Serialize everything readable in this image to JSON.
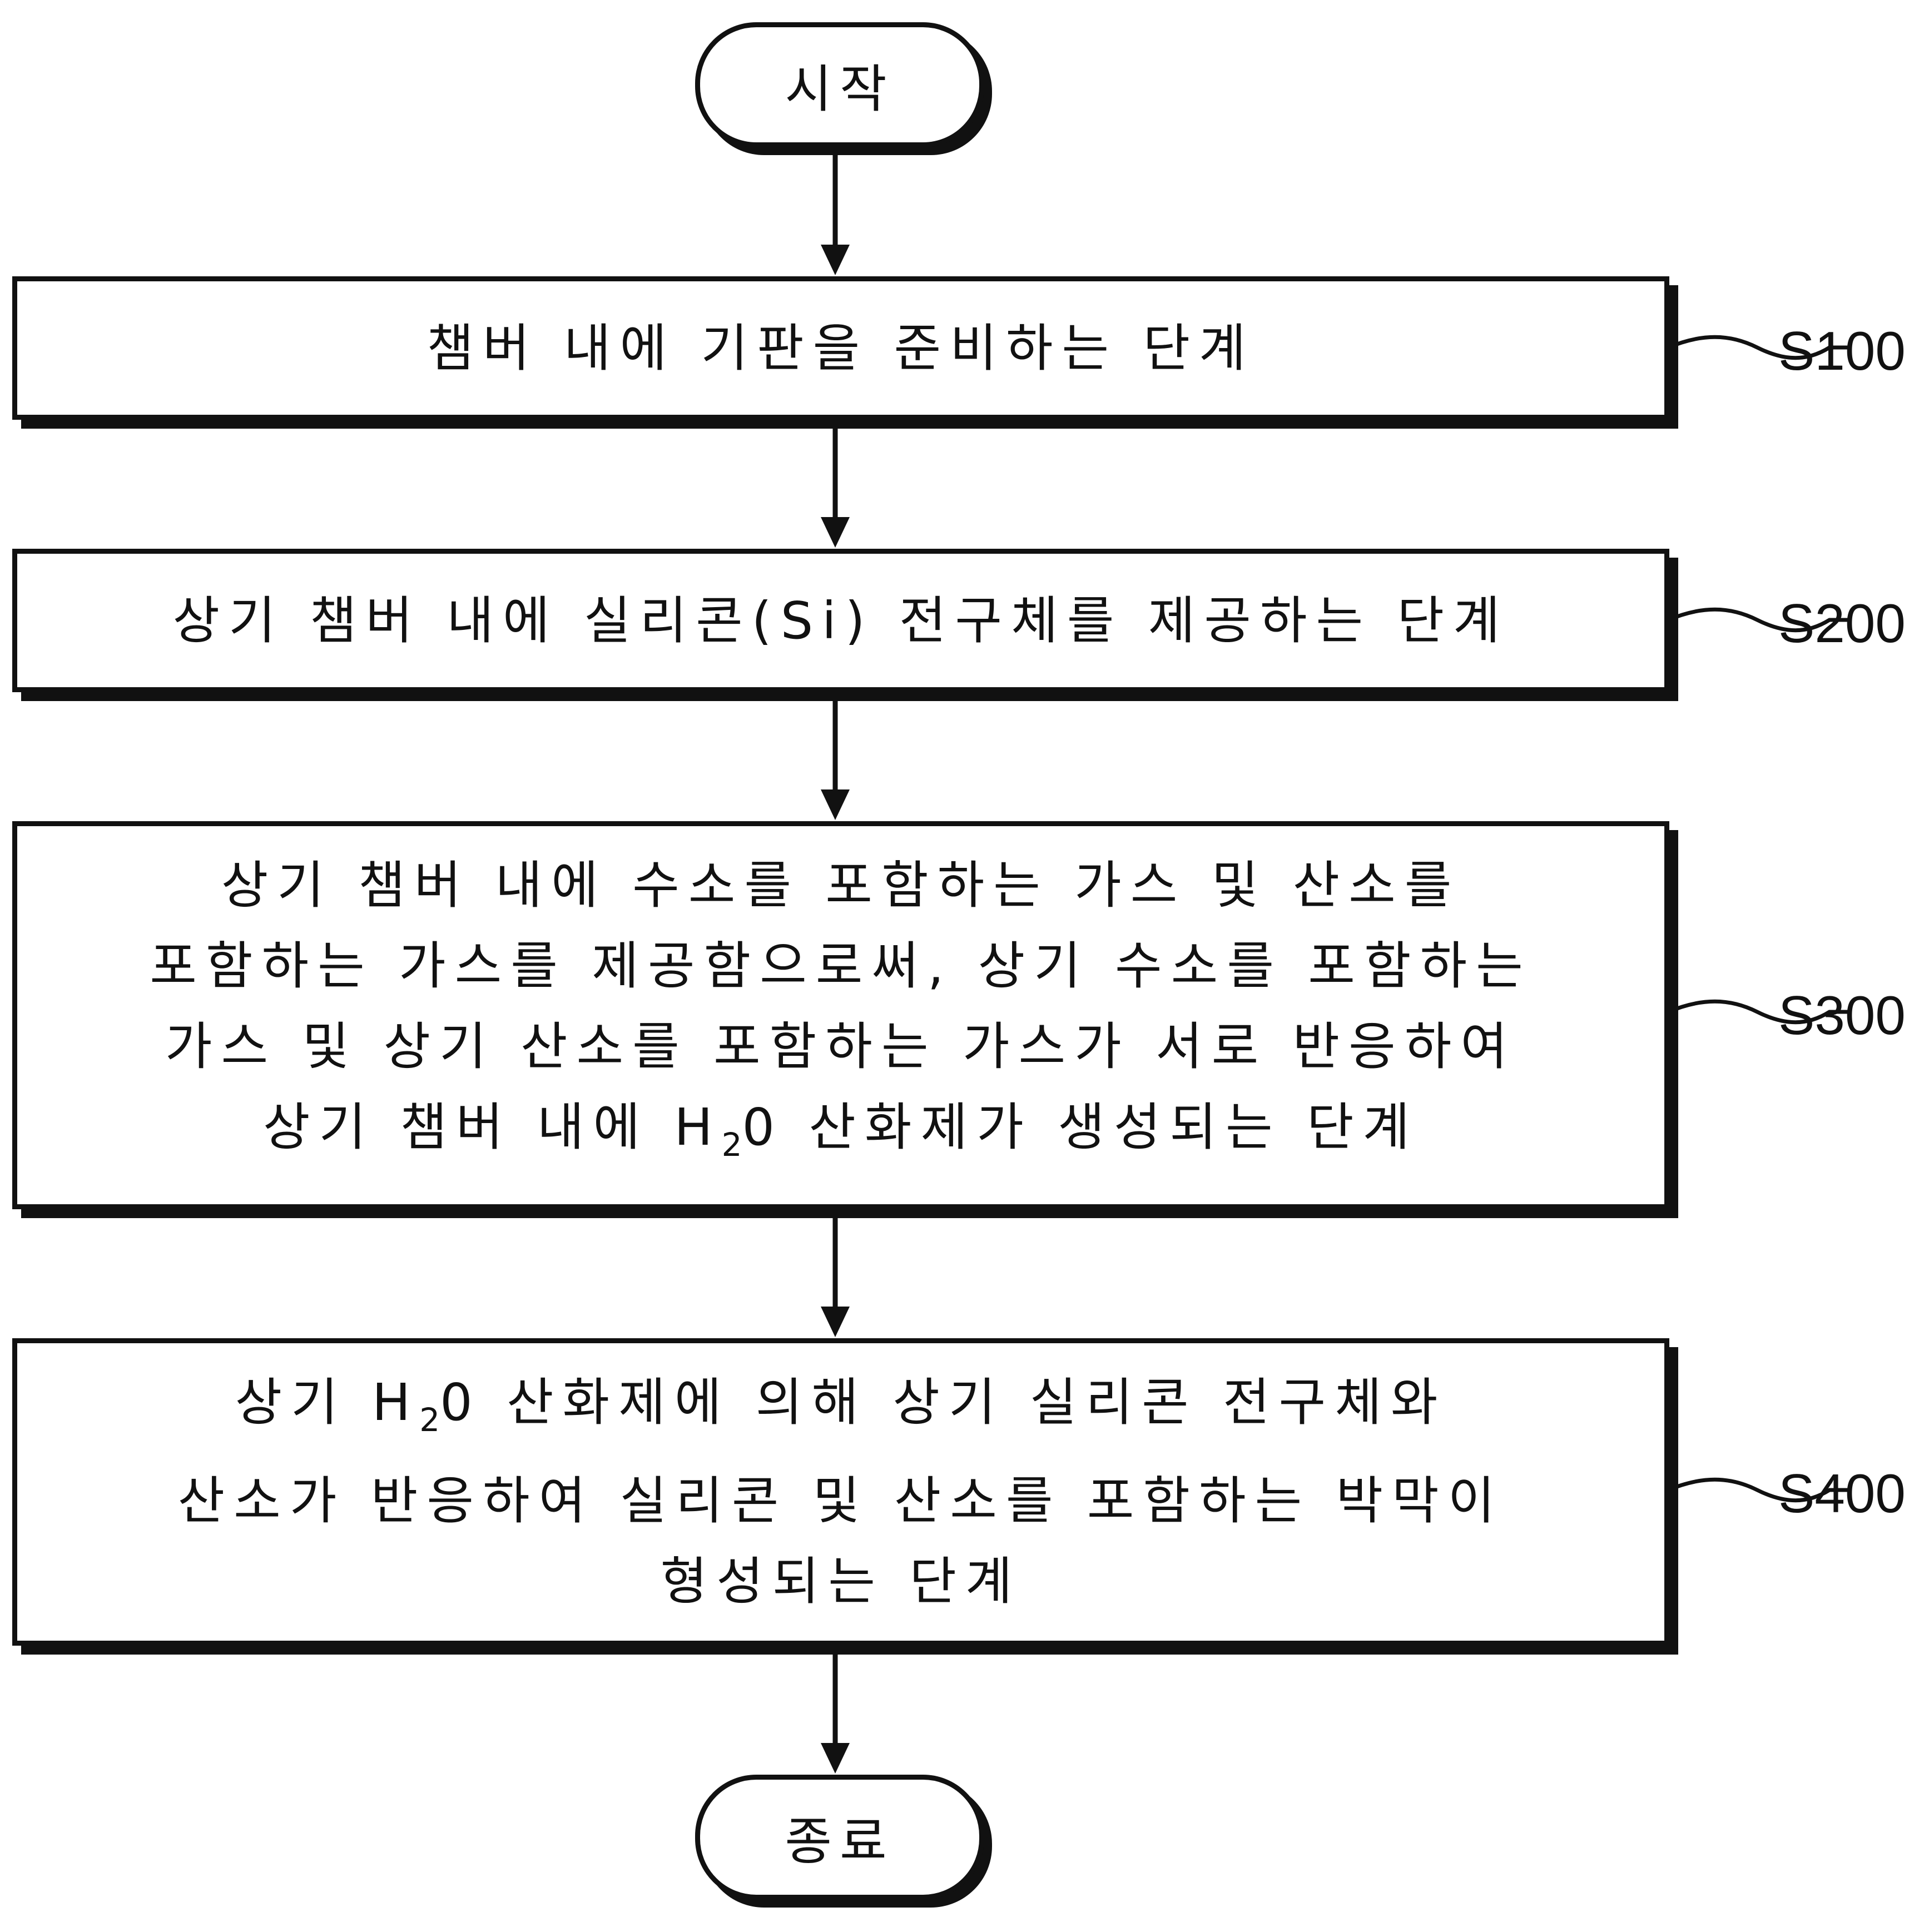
{
  "start": "시작",
  "end": "종료",
  "steps": [
    {
      "id": "S100",
      "lines": [
        "챔버 내에 기판을 준비하는 단계"
      ]
    },
    {
      "id": "S200",
      "lines": [
        "상기 챔버 내에 실리콘(Si) 전구체를 제공하는 단계"
      ]
    },
    {
      "id": "S300",
      "lines": [
        "상기 챔버 내에 수소를 포함하는 가스 및 산소를",
        "포함하는 가스를 제공함으로써, 상기 수소를 포함하는",
        "가스 및 상기 산소를 포함하는 가스가 서로 반응하여",
        {
          "pre": "상기 챔버 내에 H",
          "sub": "2",
          "post": "0 산화제가 생성되는 단계"
        }
      ]
    },
    {
      "id": "S400",
      "lines": [
        {
          "pre": "상기 H",
          "sub": "2",
          "post": "0 산화제에 의해 상기 실리콘 전구체와"
        },
        "산소가 반응하여 실리콘 및 산소를 포함하는 박막이",
        "형성되는 단계"
      ]
    }
  ]
}
